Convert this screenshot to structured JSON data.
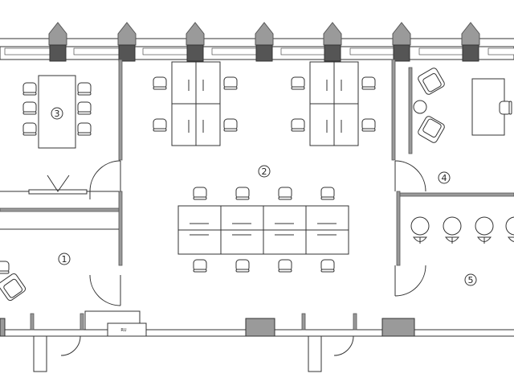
{
  "rooms": [
    {
      "label": "1"
    },
    {
      "label": "2"
    },
    {
      "label": "3"
    },
    {
      "label": "4"
    },
    {
      "label": "5"
    }
  ],
  "fixture_label": "RU",
  "colors": {
    "line": "#333333",
    "wall_gray": "#9a9a9a",
    "wall_dark": "#555555",
    "background": "#ffffff"
  }
}
